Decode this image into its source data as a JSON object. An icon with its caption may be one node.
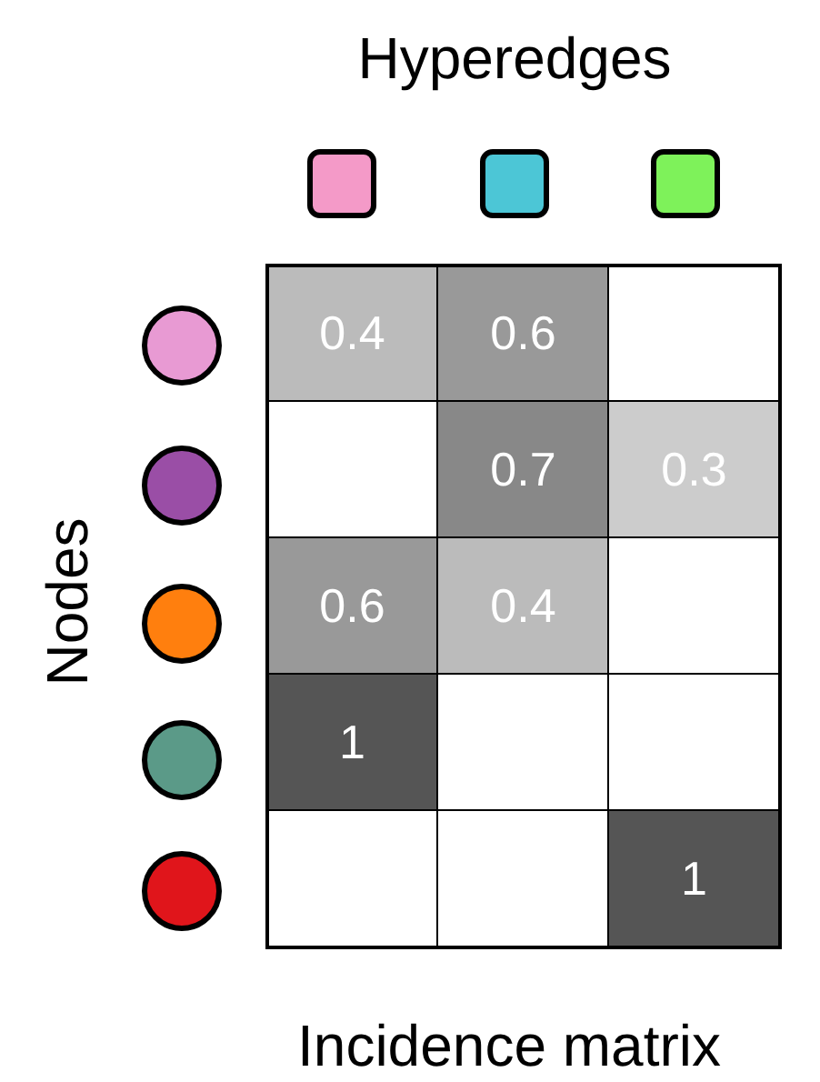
{
  "diagram": {
    "title": "Hyperedges",
    "caption": "Incidence matrix",
    "nodes": [
      {
        "text": [],
        "shape": "box"
      },
      {
        "text": [],
        "shape": "box"
      },
      {
        "text": [],
        "shape": "box"
      },
      {
        "text": [],
        "shape": "circle"
      },
      {
        "text": [],
        "shape": "circle"
      },
      {
        "text": [],
        "shape": "circle"
      },
      {
        "text": [],
        "shape": "circle"
      },
      {
        "text": [],
        "shape": "circle"
      }
    ],
    "labels": [
      "Nodes",
      "0.4",
      "0.6",
      "0.7",
      "0.3",
      "0.6",
      "0.4",
      "1",
      "1"
    ]
  }
}
